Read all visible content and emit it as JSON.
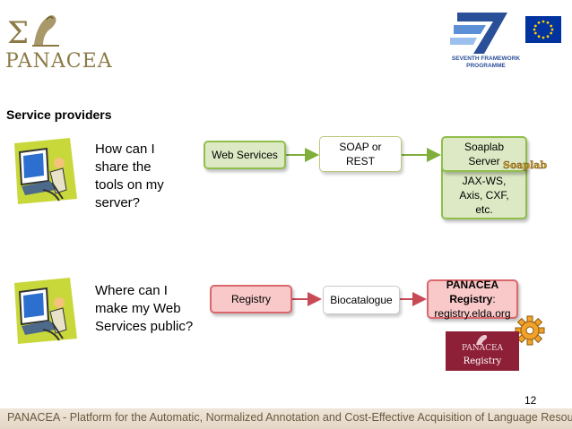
{
  "header": {
    "logo_text": "PANACEA",
    "fp7_caption": "SEVENTH FRAMEWORK PROGRAMME"
  },
  "title": "Service providers",
  "row1": {
    "question": [
      "How can I",
      "share the",
      "tools on my",
      "server?"
    ],
    "boxes": {
      "web_services": "Web Services",
      "soap_rest": [
        "SOAP or",
        "REST"
      ],
      "soaplab": [
        "Soaplab",
        "Server"
      ],
      "soaplab_logo": "Soaplab",
      "jaxws": [
        "JAX-WS,",
        "Axis, CXF,",
        "etc."
      ]
    }
  },
  "row2": {
    "question": [
      "Where can I",
      "make my Web",
      "Services public?"
    ],
    "boxes": {
      "registry": "Registry",
      "biocatalogue": "Biocatalogue",
      "panacea_registry_label": "PANACEA Registry",
      "panacea_registry_colon": ":",
      "panacea_registry_url": "registry.elda.org"
    },
    "registry_logo": {
      "name": "PANACEA",
      "word": "Registry"
    }
  },
  "page_number": "12",
  "footer": "PANACEA - Platform for the Automatic, Normalized Annotation and Cost-Effective Acquisition of Language Resources",
  "colors": {
    "green_fill": "#dde9c4",
    "green_border": "#8fbf4a",
    "red_fill": "#f9c8c9",
    "red_border": "#d9686d",
    "logo_gold": "#8b7a45"
  }
}
